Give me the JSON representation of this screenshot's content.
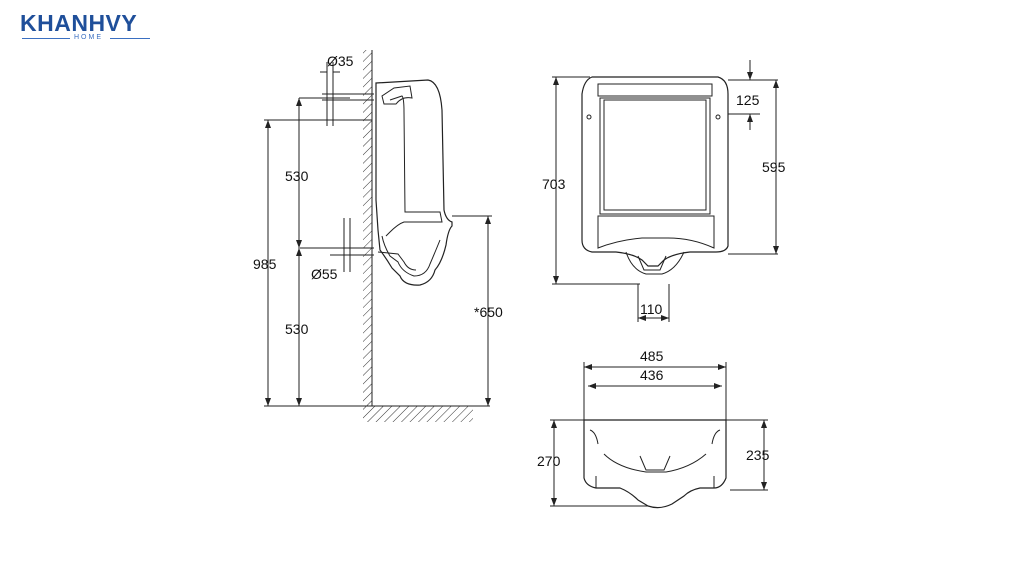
{
  "brand": {
    "name": "KHANHVY",
    "sub": "HOME",
    "color": "#1f4f9a"
  },
  "dimensions": {
    "side": {
      "pipe_top": "Ø35",
      "pipe_bottom": "Ø55",
      "height_upper": "530",
      "height_total": "985",
      "height_lower": "530",
      "outlet_height": "*650"
    },
    "front": {
      "height_total": "703",
      "top_offset": "125",
      "mount_height": "595",
      "outlet_width": "110"
    },
    "top": {
      "width_outer": "485",
      "width_inner": "436",
      "depth_total": "270",
      "depth_inner": "235"
    }
  }
}
